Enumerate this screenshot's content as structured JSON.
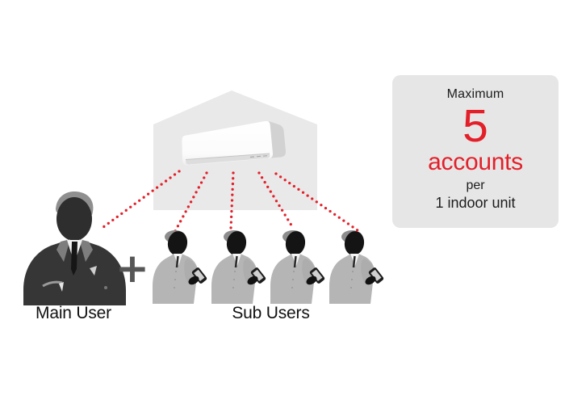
{
  "infographic": {
    "main_user": {
      "label": "Main User"
    },
    "sub_users": {
      "label": "Sub Users",
      "count": 4
    },
    "plus_sign": "+",
    "connections": 5,
    "info_box": {
      "line_maximum": "Maximum",
      "number": "5",
      "line_accounts": "accounts",
      "line_per": "per",
      "line_unit": "1 indoor unit"
    }
  },
  "colors": {
    "accent_red": "#e3202a",
    "panel_gray": "#e6e6e6",
    "house_gray": "#e9e9e9",
    "text_dark": "#1c1c1c",
    "main_user_dark": "#363636",
    "sub_user_gray": "#b5b5b5"
  }
}
